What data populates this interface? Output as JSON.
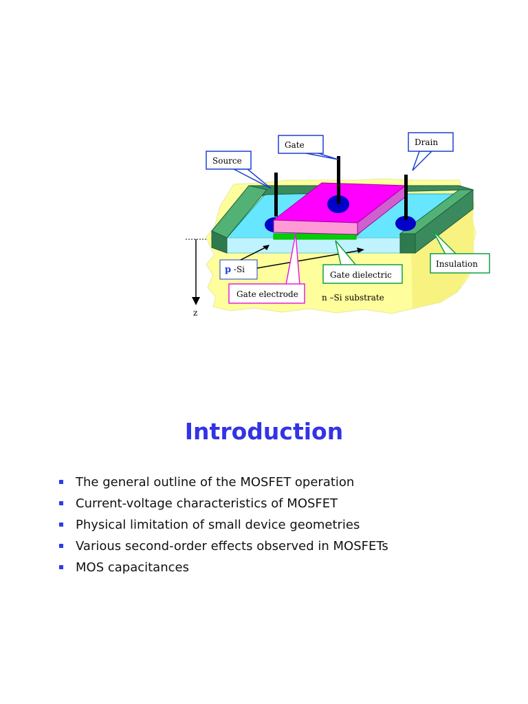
{
  "figure": {
    "labels": {
      "gate": "Gate",
      "drain": "Drain",
      "source": "Source",
      "insulation": "Insulation",
      "p_si_prefix": "p",
      "p_si_suffix": " -Si",
      "gate_dielectric": "Gate dielectric",
      "gate_electrode": "Gate electrode",
      "substrate": "n –Si substrate",
      "z_axis": "z"
    }
  },
  "slide": {
    "title": "Introduction",
    "bullets": [
      "The general outline of the MOSFET operation",
      "Current-voltage characteristics of MOSFET",
      "Physical limitation of small device geometries",
      "Various second-order effects observed in MOSFETs",
      "MOS capacitances"
    ]
  },
  "colors": {
    "title": "#3333e6",
    "bullet_mark": "#2d3bf0",
    "substrate": "#fefe9c",
    "insulation_green": "#3a8a5e",
    "gate_magenta": "#ff00ff",
    "gate_pink": "#ff9ad6",
    "dielectric_green": "#00d000",
    "channel_cyan": "#66e6ff",
    "contact_blue": "#0000c8"
  }
}
